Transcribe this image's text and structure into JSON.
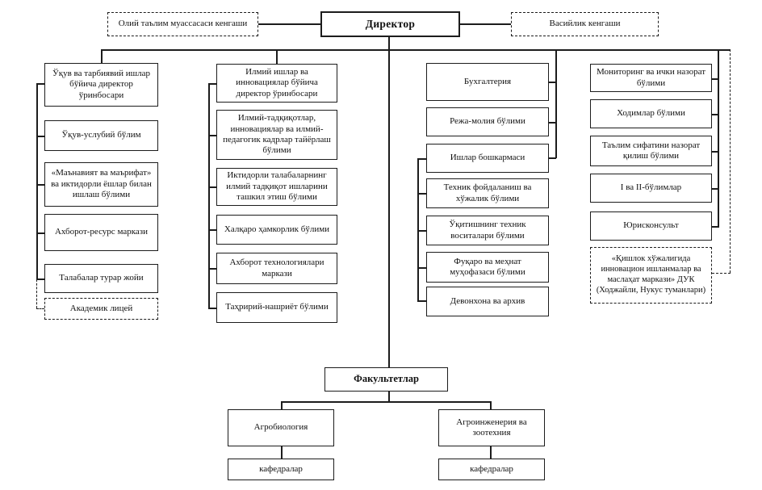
{
  "page": {
    "background": "#ffffff",
    "line_color": "#1c1c1c"
  },
  "top": {
    "higher_education_council": "Олий таълим муассасаси кенгаши",
    "director": "Директор",
    "trustee_council": "Васийлик кенгаши"
  },
  "col1": {
    "deputy": "Ўқув ва тарбиявий ишлар бўйича директор ўринбосари",
    "items": [
      "Ўқув-услубий бўлим",
      "«Маънавият ва маърифат» ва иктидорли ёшлар билан ишлаш бўлими",
      "Ахборот-ресурс маркази",
      "Талабалар турар жойи"
    ],
    "dashed_item": "Академик лицей"
  },
  "col2": {
    "deputy": "Илмий ишлар ва инновациялар бўйича директор ўринбосари",
    "items": [
      "Илмий-тадқиқотлар, инновациялар ва илмий-педагогик кадрлар тайёрлаш бўлими",
      "Иктидорли талабаларнинг илмий тадқиқот ишларини ташкил этиш бўлими",
      "Халқаро ҳамкорлик бўлими",
      "Ахборот технологиялари маркази",
      "Таҳририй-нашриёт бўлими"
    ]
  },
  "col3": {
    "items": [
      "Бухгалтерия",
      "Режа-молия бўлими",
      "Ишлар бошкармаси",
      "Техник фойдаланиш ва хўжалик бўлими",
      "Ўқитишнинг техник воситалари бўлими",
      "Фуқаро ва меҳнат муҳофазаси бўлими",
      "Девонхона ва архив"
    ]
  },
  "col4": {
    "items": [
      "Мониторинг ва ички назорат бўлими",
      "Ходимлар бўлими",
      "Таълим сифатини назорат қилиш бўлими",
      "I ва II-бўлимлар",
      "Юрисконсульт"
    ],
    "dashed_item": "«Қишлок хўжалигида инновацион ишланмалар ва маслаҳат маркази» ДУК (Ходжайли, Нукус туманлари)"
  },
  "bottom": {
    "faculties": "Факультетлар",
    "faculty1": "Агробиология",
    "faculty2": "Агроинженерия ва зоотехния",
    "departments1": "кафедралар",
    "departments2": "кафедралар"
  }
}
